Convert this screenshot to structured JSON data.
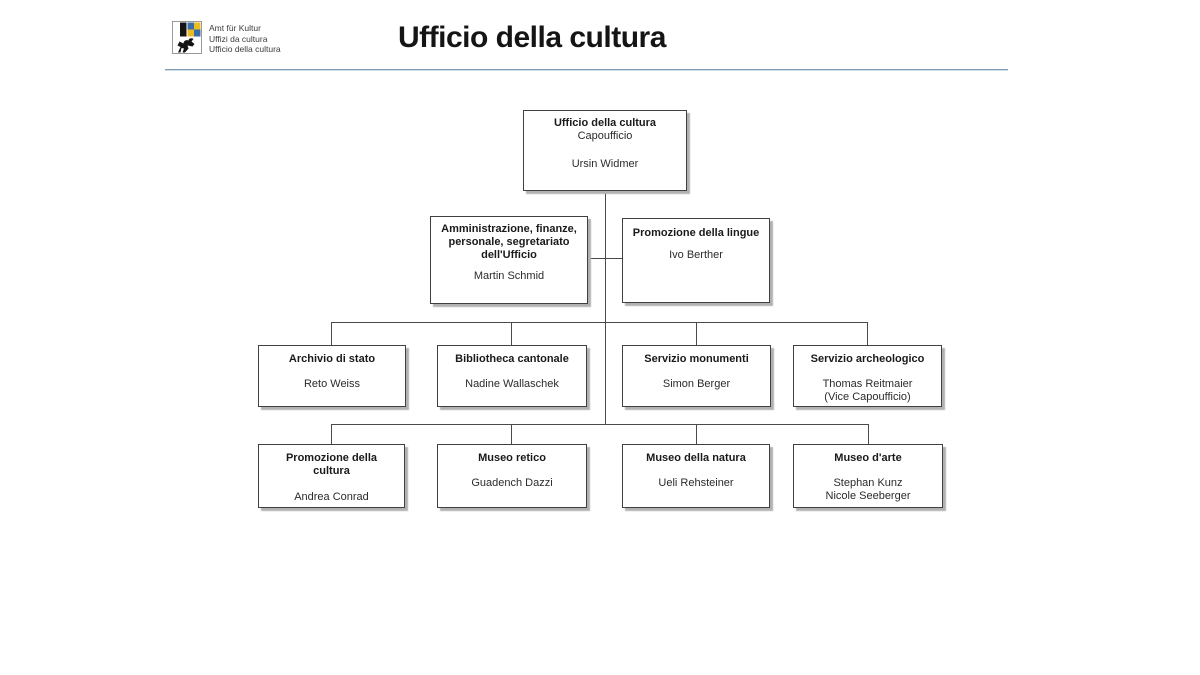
{
  "header": {
    "logo_icon": "graubuenden-coat-of-arms",
    "logo_lines": [
      "Amt für Kultur",
      "Uffizi da cultura",
      "Ufficio della cultura"
    ],
    "title": "Ufficio della cultura",
    "rule_color": "#7f9db9"
  },
  "org_chart": {
    "nodes": [
      {
        "id": "root",
        "title": "Ufficio della cultura",
        "subtitle": "Capoufficio",
        "names": [
          "Ursin Widmer"
        ]
      },
      {
        "id": "amministrazione",
        "title": "Amministrazione, finanze, personale, segretariato dell'Ufficio",
        "names": [
          "Martin Schmid"
        ]
      },
      {
        "id": "promozione-lingue",
        "title": "Promozione della lingue",
        "names": [
          "Ivo Berther"
        ]
      },
      {
        "id": "archivio-di-stato",
        "title": "Archivio di stato",
        "names": [
          "Reto Weiss"
        ]
      },
      {
        "id": "bibliotheca-cantonale",
        "title": "Bibliotheca cantonale",
        "names": [
          "Nadine Wallaschek"
        ]
      },
      {
        "id": "servizio-monumenti",
        "title": "Servizio monumenti",
        "names": [
          "Simon Berger"
        ]
      },
      {
        "id": "servizio-archeologico",
        "title": "Servizio archeologico",
        "names": [
          "Thomas Reitmaier",
          "(Vice Capoufficio)"
        ]
      },
      {
        "id": "promozione-cultura",
        "title": "Promozione della cultura",
        "names": [
          "Andrea Conrad"
        ]
      },
      {
        "id": "museo-retico",
        "title": "Museo retico",
        "names": [
          "Guadench Dazzi"
        ]
      },
      {
        "id": "museo-natura",
        "title": "Museo della natura",
        "names": [
          "Ueli Rehsteiner"
        ]
      },
      {
        "id": "museo-arte",
        "title": "Museo d'arte",
        "names": [
          "Stephan Kunz",
          "Nicole Seeberger"
        ]
      }
    ],
    "edges": [
      {
        "from": "root",
        "to": "amministrazione"
      },
      {
        "from": "root",
        "to": "promozione-lingue"
      },
      {
        "from": "root",
        "to": "archivio-di-stato"
      },
      {
        "from": "root",
        "to": "bibliotheca-cantonale"
      },
      {
        "from": "root",
        "to": "servizio-monumenti"
      },
      {
        "from": "root",
        "to": "servizio-archeologico"
      },
      {
        "from": "root",
        "to": "promozione-cultura"
      },
      {
        "from": "root",
        "to": "museo-retico"
      },
      {
        "from": "root",
        "to": "museo-natura"
      },
      {
        "from": "root",
        "to": "museo-arte"
      }
    ]
  }
}
